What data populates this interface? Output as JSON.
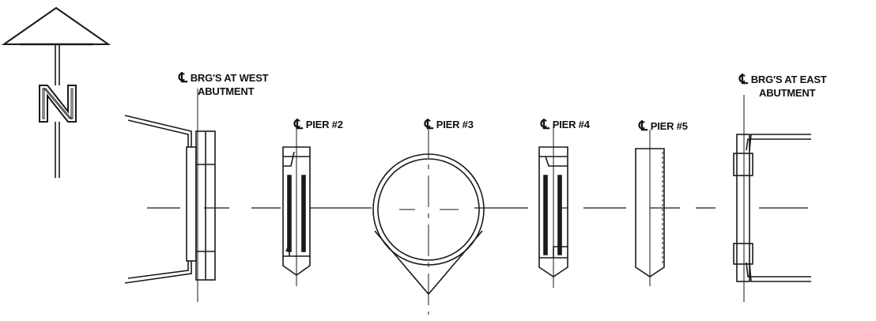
{
  "diagram": {
    "north_arrow": {
      "letter": "N",
      "icon": "north-arrow-icon"
    },
    "centerline_symbol": "℄",
    "labels": {
      "west_abutment": {
        "line1": "BRG'S AT WEST",
        "line2": "ABUTMENT"
      },
      "pier2": "PIER #2",
      "pier3": "PIER #3",
      "pier4": "PIER #4",
      "pier5": "PIER #5",
      "east_abutment": {
        "line1": "BRG'S AT EAST",
        "line2": "ABUTMENT"
      }
    },
    "colors": {
      "line": "#1a1a1a",
      "background": "#ffffff"
    }
  }
}
